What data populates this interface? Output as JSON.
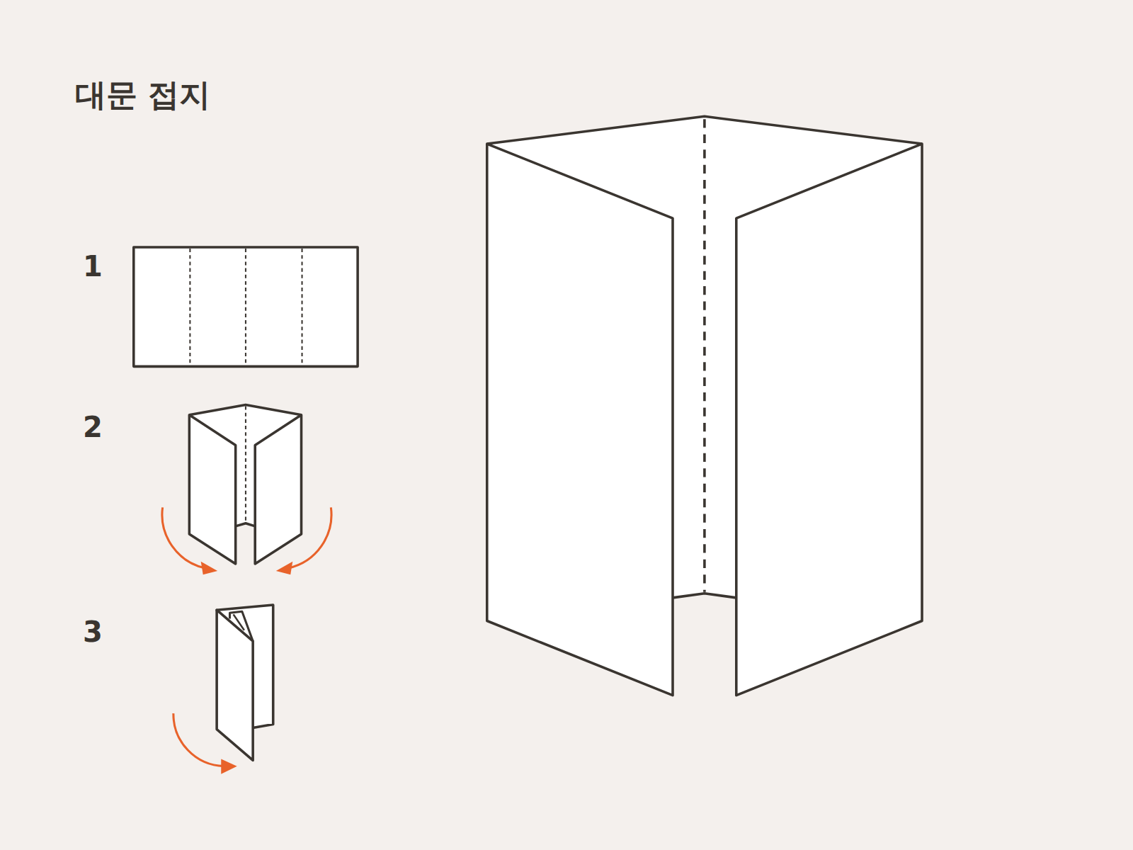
{
  "diagram": {
    "title": "대문 접지",
    "labels": [
      "1",
      "2",
      "3"
    ]
  }
}
